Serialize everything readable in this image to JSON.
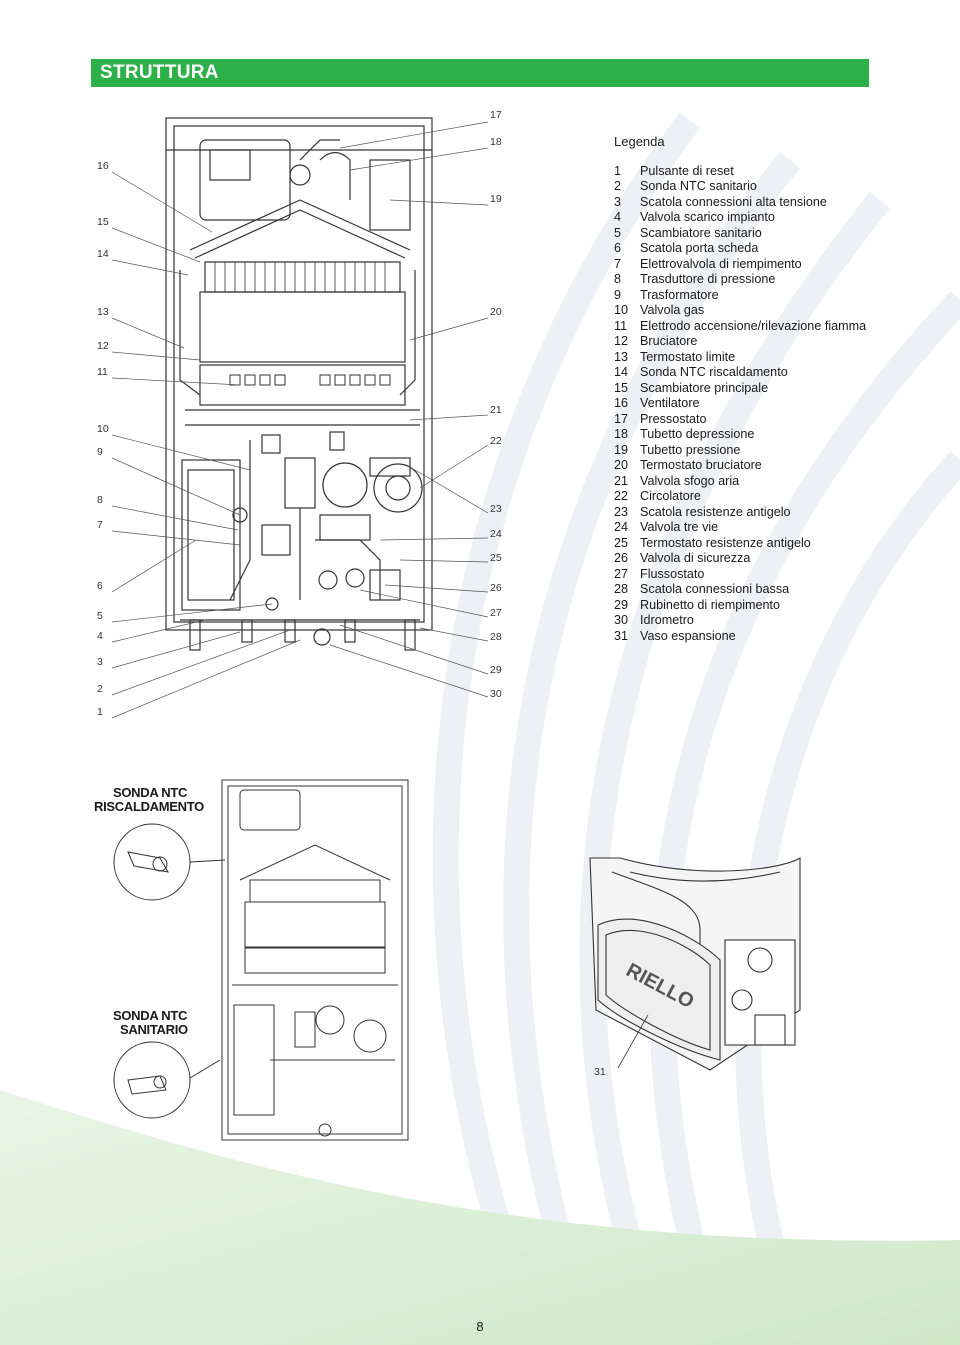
{
  "header": {
    "title": "STRUTTURA"
  },
  "legend": {
    "title": "Legenda",
    "items": [
      {
        "num": "1",
        "label": "Pulsante di reset"
      },
      {
        "num": "2",
        "label": "Sonda NTC sanitario"
      },
      {
        "num": "3",
        "label": "Scatola connessioni alta tensione"
      },
      {
        "num": "4",
        "label": "Valvola scarico impianto"
      },
      {
        "num": "5",
        "label": "Scambiatore sanitario"
      },
      {
        "num": "6",
        "label": "Scatola porta scheda"
      },
      {
        "num": "7",
        "label": "Elettrovalvola di riempimento"
      },
      {
        "num": "8",
        "label": "Trasduttore di pressione"
      },
      {
        "num": "9",
        "label": "Trasformatore"
      },
      {
        "num": "10",
        "label": "Valvola gas"
      },
      {
        "num": "11",
        "label": "Elettrodo accensione/rilevazione fiamma"
      },
      {
        "num": "12",
        "label": "Bruciatore"
      },
      {
        "num": "13",
        "label": "Termostato limite"
      },
      {
        "num": "14",
        "label": "Sonda NTC riscaldamento"
      },
      {
        "num": "15",
        "label": "Scambiatore principale"
      },
      {
        "num": "16",
        "label": "Ventilatore"
      },
      {
        "num": "17",
        "label": "Pressostato"
      },
      {
        "num": "18",
        "label": "Tubetto depressione"
      },
      {
        "num": "19",
        "label": "Tubetto pressione"
      },
      {
        "num": "20",
        "label": "Termostato bruciatore"
      },
      {
        "num": "21",
        "label": "Valvola sfogo aria"
      },
      {
        "num": "22",
        "label": "Circolatore"
      },
      {
        "num": "23",
        "label": "Scatola resistenze antigelo"
      },
      {
        "num": "24",
        "label": "Valvola tre vie"
      },
      {
        "num": "25",
        "label": "Termostato resistenze antigelo"
      },
      {
        "num": "26",
        "label": "Valvola di sicurezza"
      },
      {
        "num": "27",
        "label": "Flussostato"
      },
      {
        "num": "28",
        "label": "Scatola connessioni bassa"
      },
      {
        "num": "29",
        "label": "Rubinetto di riempimento"
      },
      {
        "num": "30",
        "label": "Idrometro"
      },
      {
        "num": "31",
        "label": "Vaso espansione"
      }
    ]
  },
  "diagram": {
    "left_callouts": [
      "16",
      "15",
      "14",
      "13",
      "12",
      "11",
      "10",
      "9",
      "8",
      "7",
      "6",
      "5",
      "4",
      "3",
      "2",
      "1"
    ],
    "right_callouts": [
      "17",
      "18",
      "19",
      "20",
      "21",
      "22",
      "23",
      "24",
      "25",
      "26",
      "27",
      "28",
      "29",
      "30"
    ]
  },
  "detail": {
    "heating_probe_label_1": "SONDA NTC",
    "heating_probe_label_2": "RISCALDAMENTO",
    "dhw_probe_label_1": "SONDA NTC",
    "dhw_probe_label_2": "SANITARIO",
    "brand": "RIELLO",
    "callout_31": "31"
  },
  "footer": {
    "page_number": "8"
  },
  "colors": {
    "accent": "#2eb048",
    "swirl": "#eef1f4",
    "bottom_wash": "#d7ecd2"
  }
}
